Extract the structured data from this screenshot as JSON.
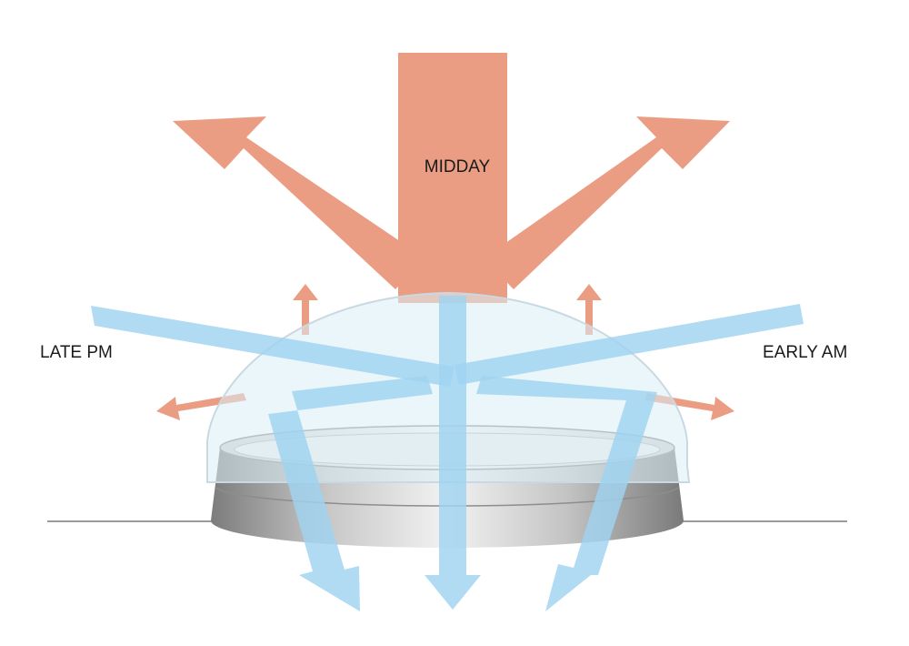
{
  "labels": {
    "midday": "MIDDAY",
    "late_pm": "LATE PM",
    "early_am": "EARLY AM"
  },
  "colors": {
    "reflected_light": "#eb9d84",
    "transmitted_light": "#9fd3f0",
    "dome": "#dbeef8",
    "curb_light": "#e6e6e6",
    "curb_dark": "#8a8a8a",
    "roof_line": "#9a9a9a"
  }
}
